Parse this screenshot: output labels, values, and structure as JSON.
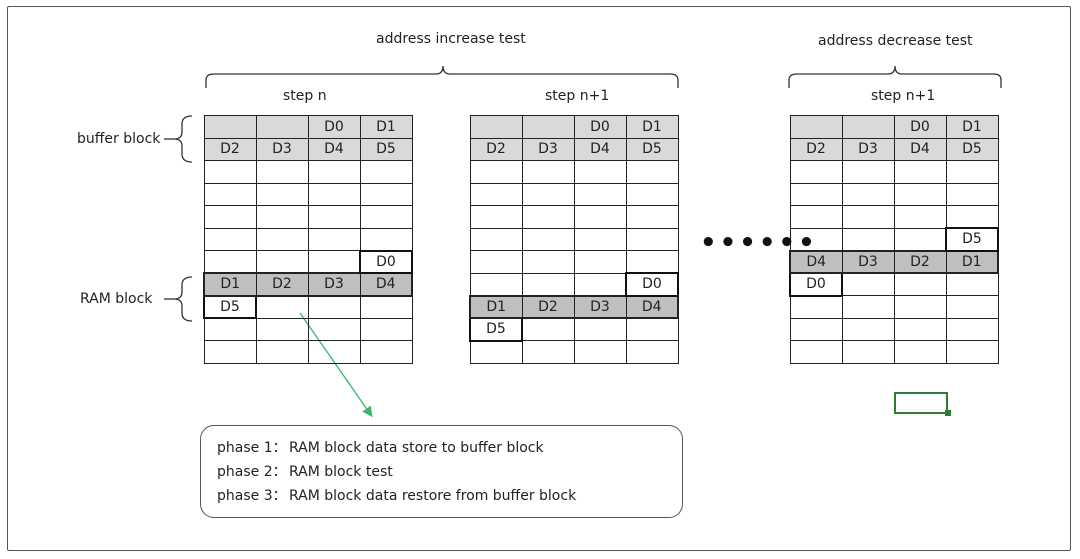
{
  "headers": {
    "increase": "address increase test",
    "decrease": "address decrease test"
  },
  "steps": {
    "a": "step n",
    "b": "step n+1",
    "c": "step n+1"
  },
  "side_labels": {
    "buffer": "buffer block",
    "ram": "RAM block"
  },
  "ellipsis": "••••••",
  "grids": {
    "a": {
      "rows": [
        [
          "",
          "",
          "D0",
          "D1"
        ],
        [
          "D2",
          "D3",
          "D4",
          "D5"
        ],
        [
          "",
          "",
          "",
          ""
        ],
        [
          "",
          "",
          "",
          ""
        ],
        [
          "",
          "",
          "",
          ""
        ],
        [
          "",
          "",
          "",
          ""
        ],
        [
          "",
          "",
          "",
          "D0"
        ],
        [
          "D1",
          "D2",
          "D3",
          "D4"
        ],
        [
          "D5",
          "",
          "",
          ""
        ],
        [
          "",
          "",
          "",
          ""
        ],
        [
          "",
          "",
          "",
          ""
        ]
      ],
      "ram_row": 7,
      "highlight": [
        [
          6,
          3
        ],
        [
          8,
          0
        ]
      ]
    },
    "b": {
      "rows": [
        [
          "",
          "",
          "D0",
          "D1"
        ],
        [
          "D2",
          "D3",
          "D4",
          "D5"
        ],
        [
          "",
          "",
          "",
          ""
        ],
        [
          "",
          "",
          "",
          ""
        ],
        [
          "",
          "",
          "",
          ""
        ],
        [
          "",
          "",
          "",
          ""
        ],
        [
          "",
          "",
          "",
          ""
        ],
        [
          "",
          "",
          "",
          "D0"
        ],
        [
          "D1",
          "D2",
          "D3",
          "D4"
        ],
        [
          "D5",
          "",
          "",
          ""
        ],
        [
          "",
          "",
          "",
          ""
        ]
      ],
      "ram_row": 8,
      "highlight": [
        [
          7,
          3
        ],
        [
          9,
          0
        ]
      ]
    },
    "c": {
      "rows": [
        [
          "",
          "",
          "D0",
          "D1"
        ],
        [
          "D2",
          "D3",
          "D4",
          "D5"
        ],
        [
          "",
          "",
          "",
          ""
        ],
        [
          "",
          "",
          "",
          ""
        ],
        [
          "",
          "",
          "",
          ""
        ],
        [
          "",
          "",
          "",
          "D5"
        ],
        [
          "D4",
          "D3",
          "D2",
          "D1"
        ],
        [
          "D0",
          "",
          "",
          ""
        ],
        [
          "",
          "",
          "",
          ""
        ],
        [
          "",
          "",
          "",
          ""
        ],
        [
          "",
          "",
          "",
          ""
        ]
      ],
      "ram_row": 6,
      "highlight": [
        [
          5,
          3
        ],
        [
          7,
          0
        ]
      ]
    }
  },
  "phases": [
    {
      "label": "phase 1：",
      "text": "RAM block data store to buffer block"
    },
    {
      "label": "phase 2：",
      "text": "RAM block test"
    },
    {
      "label": "phase 3：",
      "text": "RAM block data restore from buffer block"
    }
  ],
  "colors": {
    "buffer_fill": "#d9d9d9",
    "ram_fill": "#bfbfbf",
    "arrow": "#3cb371",
    "cell_outline": "#2e7d32"
  }
}
